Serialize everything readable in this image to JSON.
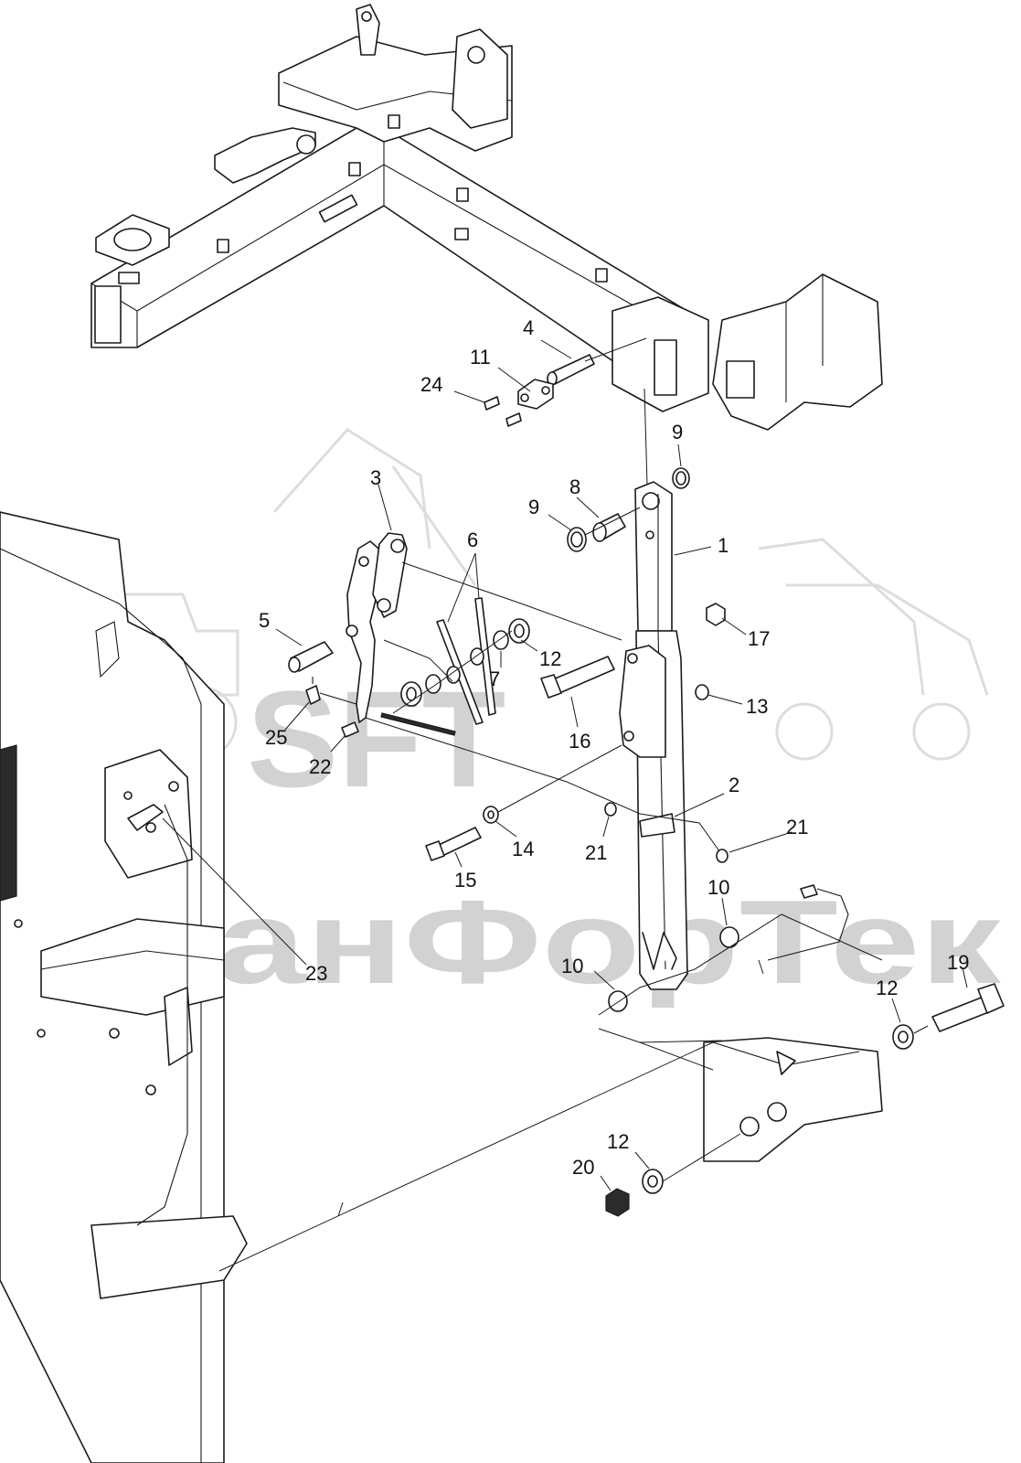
{
  "watermark": {
    "logo_text": "SFT",
    "brand_text": "СканФорТек"
  },
  "callouts": [
    {
      "id": "c4",
      "label": "4"
    },
    {
      "id": "c11",
      "label": "11"
    },
    {
      "id": "c24",
      "label": "24"
    },
    {
      "id": "c9a",
      "label": "9"
    },
    {
      "id": "c9b",
      "label": "9"
    },
    {
      "id": "c8",
      "label": "8"
    },
    {
      "id": "c3",
      "label": "3"
    },
    {
      "id": "c1",
      "label": "1"
    },
    {
      "id": "c6",
      "label": "6"
    },
    {
      "id": "c5",
      "label": "5"
    },
    {
      "id": "c17",
      "label": "17"
    },
    {
      "id": "c12a",
      "label": "12"
    },
    {
      "id": "c7",
      "label": "7"
    },
    {
      "id": "c13",
      "label": "13"
    },
    {
      "id": "c25",
      "label": "25"
    },
    {
      "id": "c16",
      "label": "16"
    },
    {
      "id": "c22",
      "label": "22"
    },
    {
      "id": "c2",
      "label": "2"
    },
    {
      "id": "c21a",
      "label": "21"
    },
    {
      "id": "c14",
      "label": "14"
    },
    {
      "id": "c21b",
      "label": "21"
    },
    {
      "id": "c15",
      "label": "15"
    },
    {
      "id": "c10a",
      "label": "10"
    },
    {
      "id": "c23",
      "label": "23"
    },
    {
      "id": "c10b",
      "label": "10"
    },
    {
      "id": "c19",
      "label": "19"
    },
    {
      "id": "c12b",
      "label": "12"
    },
    {
      "id": "c12c",
      "label": "12"
    },
    {
      "id": "c20",
      "label": "20"
    }
  ]
}
